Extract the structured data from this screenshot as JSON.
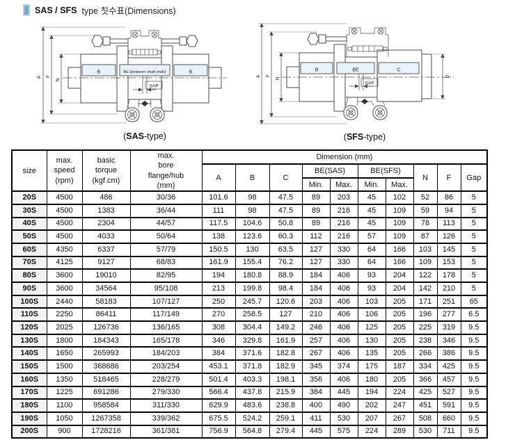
{
  "header": {
    "title_bold": "SAS / SFS",
    "title_rest": " type 칫수표(Dimensions)"
  },
  "colors": {
    "accent_bar": "#7ba7c9",
    "accent_bar_border": "#b9d3e6",
    "band_fill": "#e9f3fb"
  },
  "drawings": {
    "sas": {
      "caption_open": "(",
      "caption_bold": "SAS",
      "caption_rest": "-type)",
      "labels": {
        "a": "A",
        "f": "F",
        "n": "N",
        "b_left": "B",
        "be": "BE  (between shaft ends)",
        "b_right": "B",
        "gap": "GAP"
      }
    },
    "sfs": {
      "caption_open": "(",
      "caption_bold": "SFS",
      "caption_rest": "-type)",
      "labels": {
        "a": "A",
        "f": "F",
        "n": "N",
        "b": "B",
        "be": "BE",
        "c": "C",
        "d": "D",
        "gap": "GAP"
      }
    }
  },
  "table": {
    "col_size": "size",
    "col_speed": "max.\nspeed\n(rpm)",
    "col_torque": "basic\ntorque\n(kgf.cm)",
    "col_bore": "max.\nbore\nflange/hub\n(mm)",
    "dimension_group": "Dimension (mm)",
    "col_a": "A",
    "col_b": "B",
    "col_c": "C",
    "be_sas": "BE(SAS)",
    "be_sfs": "BE(SFS)",
    "min_sas": "Min.",
    "max_sas": "Max.",
    "min_sfs": "Min.",
    "max_sfs": "Max.",
    "col_n": "N",
    "col_f": "F",
    "col_gap": "Gap",
    "rows": [
      [
        "20S",
        "4500",
        "486",
        "30/36",
        "101.6",
        "98",
        "47.5",
        "89",
        "203",
        "45",
        "102",
        "52",
        "86",
        "5"
      ],
      [
        "30S",
        "4500",
        "1383",
        "36/44",
        "111",
        "98",
        "47.5",
        "89",
        "216",
        "45",
        "109",
        "59",
        "94",
        "5"
      ],
      [
        "40S",
        "4500",
        "2304",
        "44/57",
        "117.5",
        "104.6",
        "50.8",
        "89",
        "216",
        "45",
        "109",
        "78",
        "113",
        "5"
      ],
      [
        "50S",
        "4500",
        "4033",
        "50/64",
        "138",
        "123.6",
        "60.3",
        "112",
        "216",
        "57",
        "109",
        "87",
        "126",
        "5"
      ],
      [
        "60S",
        "4350",
        "6337",
        "57/79",
        "150.5",
        "130",
        "63.5",
        "127",
        "330",
        "64",
        "166",
        "103",
        "145",
        "5"
      ],
      [
        "70S",
        "4125",
        "9127",
        "68/83",
        "161.9",
        "155.4",
        "76.2",
        "127",
        "330",
        "64",
        "166",
        "109",
        "153",
        "5"
      ],
      [
        "80S",
        "3600",
        "19010",
        "82/95",
        "194",
        "180.8",
        "88.9",
        "184",
        "406",
        "93",
        "204",
        "122",
        "178",
        "5"
      ],
      [
        "90S",
        "3600",
        "34564",
        "95/108",
        "213",
        "199.8",
        "98.4",
        "184",
        "406",
        "93",
        "204",
        "142",
        "210",
        "5"
      ],
      [
        "100S",
        "2440",
        "58183",
        "107/127",
        "250",
        "245.7",
        "120.6",
        "203",
        "406",
        "103",
        "205",
        "171",
        "251",
        "65"
      ],
      [
        "110S",
        "2250",
        "86411",
        "117/149",
        "270",
        "258.5",
        "127",
        "210",
        "406",
        "106",
        "205",
        "196",
        "277",
        "6.5"
      ],
      [
        "120S",
        "2025",
        "126736",
        "136/165",
        "308",
        "304.4",
        "149.2",
        "246",
        "406",
        "125",
        "205",
        "225",
        "319",
        "9.5"
      ],
      [
        "130S",
        "1800",
        "184343",
        "165/178",
        "346",
        "329.8",
        "161.9",
        "257",
        "406",
        "130",
        "205",
        "238",
        "346",
        "9.5"
      ],
      [
        "140S",
        "1650",
        "265993",
        "184/203",
        "384",
        "371.6",
        "182.8",
        "267",
        "406",
        "135",
        "205",
        "266",
        "386",
        "9.5"
      ],
      [
        "150S",
        "1500",
        "368686",
        "203/254",
        "453.1",
        "371.8",
        "182.9",
        "345",
        "374",
        "175",
        "187",
        "334",
        "425",
        "9.5"
      ],
      [
        "160S",
        "1350",
        "518465",
        "228/279",
        "501.4",
        "403.3",
        "198.1",
        "356",
        "406",
        "180",
        "205",
        "366",
        "457",
        "9.5"
      ],
      [
        "170S",
        "1225",
        "691286",
        "279/330",
        "566.4",
        "437.8",
        "215.9",
        "384",
        "445",
        "194",
        "224",
        "425",
        "527",
        "9.5"
      ],
      [
        "180S",
        "1100",
        "958584",
        "311/330",
        "629.9",
        "483.6",
        "238.8",
        "400",
        "490",
        "202",
        "247",
        "451",
        "591",
        "9.5"
      ],
      [
        "190S",
        "1050",
        "1267358",
        "339/362",
        "675.5",
        "524.2",
        "259.1",
        "411",
        "530",
        "207",
        "267",
        "508",
        "660",
        "9.5"
      ],
      [
        "200S",
        "900",
        "1728216",
        "361/381",
        "756.9",
        "564.8",
        "279.4",
        "445",
        "575",
        "224",
        "289",
        "530",
        "711",
        "9.5"
      ]
    ]
  }
}
